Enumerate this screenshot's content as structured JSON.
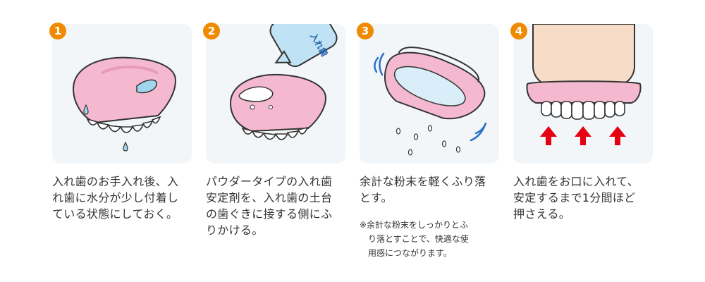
{
  "accent_color": "#f08a00",
  "steps": [
    {
      "number": "1",
      "caption": "入れ歯のお手入れ後、入\nれ歯に水分が少し付着し\nている状態にしておく。",
      "illustration": "denture-with-water-drops"
    },
    {
      "number": "2",
      "caption": "パウダータイプの入れ歯\n安定剤を、入れ歯の土台\nの歯ぐきに接する側にふ\nりかける。",
      "illustration": "powder-bottle-sprinkling",
      "bottle_label": "入れ歯\n安定剤"
    },
    {
      "number": "3",
      "caption": "余計な粉末を軽くふり落\nとす。",
      "note": "※余計な粉末をしっかりとふ\n　り落とすことで、快適な使\n　用感につながります。",
      "illustration": "shaking-denture"
    },
    {
      "number": "4",
      "caption": "入れ歯をお口に入れて、\n安定するまで1分間ほど\n押さえる。",
      "illustration": "pressing-denture-up"
    }
  ]
}
